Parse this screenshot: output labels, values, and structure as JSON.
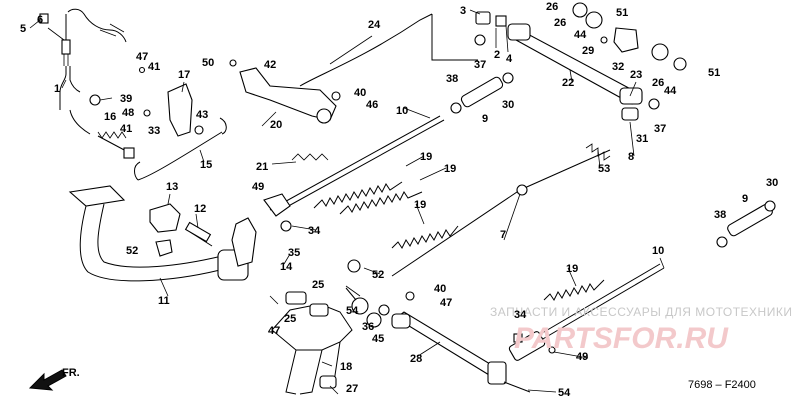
{
  "diagram": {
    "callouts": [
      "1",
      "2",
      "3",
      "4",
      "5",
      "6",
      "7",
      "8",
      "9",
      "9",
      "10",
      "10",
      "11",
      "12",
      "13",
      "14",
      "15",
      "16",
      "17",
      "18",
      "19",
      "19",
      "19",
      "19",
      "20",
      "21",
      "22",
      "23",
      "24",
      "25",
      "25",
      "26",
      "26",
      "26",
      "27",
      "28",
      "29",
      "30",
      "30",
      "31",
      "32",
      "33",
      "34",
      "34",
      "35",
      "36",
      "37",
      "37",
      "38",
      "38",
      "39",
      "40",
      "40",
      "41",
      "41",
      "42",
      "43",
      "44",
      "44",
      "45",
      "46",
      "47",
      "47",
      "47",
      "48",
      "49",
      "49",
      "50",
      "51",
      "51",
      "52",
      "52",
      "53",
      "54",
      "54"
    ],
    "watermark_text": "ЗАПЧАСТИ И АКСЕССУАРЫ ДЛЯ МОТОТЕХНИКИ",
    "watermark_logo": "PARTSFOR.RU",
    "diagram_code": "7698 – F2400",
    "direction_label": "FR."
  },
  "colors": {
    "line": "#000000",
    "background": "#ffffff",
    "watermark_text": "#c8c8c8",
    "watermark_logo": "#f3c9cb"
  }
}
